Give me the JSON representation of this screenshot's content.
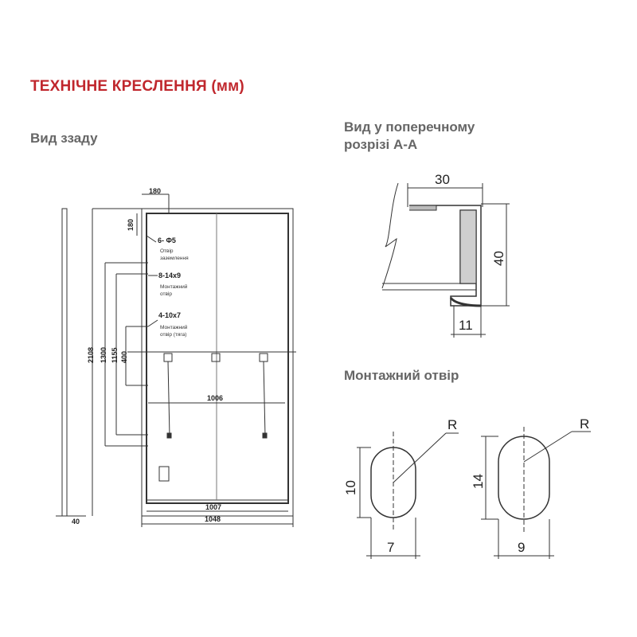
{
  "title": "ТЕХНІЧНЕ КРЕСЛЕННЯ (мм)",
  "rear_view": {
    "heading": "Вид ззаду",
    "dims": {
      "frame_top": "180",
      "frame_side": "180",
      "height_total": "2108",
      "holes_1300": "1300",
      "holes_1155": "1155",
      "holes_400": "400",
      "spacing_1006": "1006",
      "width_1007": "1007",
      "width_1048": "1048",
      "thickness": "40"
    },
    "notes": [
      {
        "code": "6- Φ5",
        "line1": "Отвір",
        "line2": "заземлення"
      },
      {
        "code": "8-14x9",
        "line1": "Монтажний",
        "line2": "отвір"
      },
      {
        "code": "4-10x7",
        "line1": "Монтажний",
        "line2": "отвір (тяга)"
      }
    ]
  },
  "section_view": {
    "heading_line1": "Вид у поперечному",
    "heading_line2": "розрізі А-А",
    "dims": {
      "width": "30",
      "height": "40",
      "lip": "11"
    }
  },
  "mounting_hole": {
    "heading": "Монтажний отвір",
    "small": {
      "radius": "R",
      "height": "10",
      "width": "7"
    },
    "large": {
      "radius": "R",
      "height": "14",
      "width": "9"
    }
  },
  "colors": {
    "title": "#c0272d",
    "heading": "#666666",
    "line": "#333333"
  }
}
